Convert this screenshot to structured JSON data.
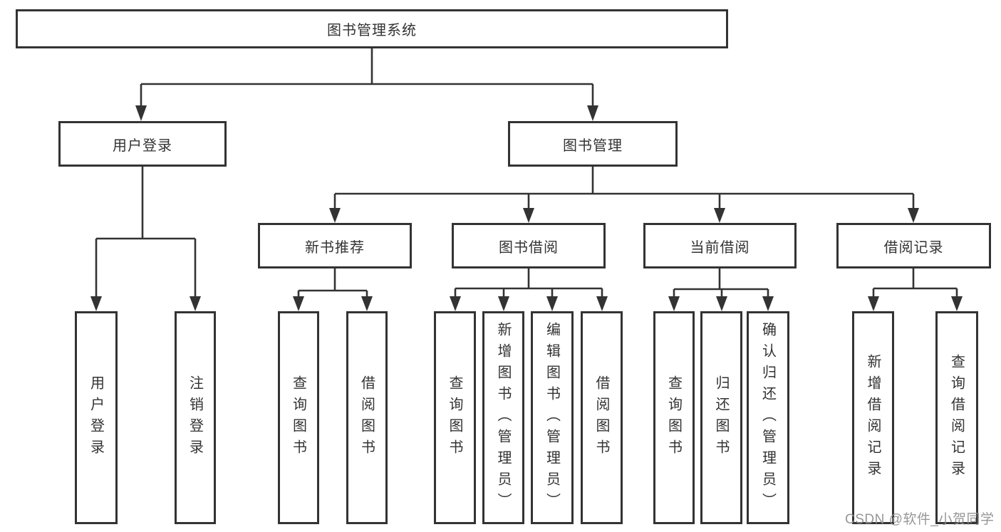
{
  "tree": {
    "root": {
      "label": "图书管理系统",
      "children": [
        {
          "label": "用户登录",
          "children": [
            {
              "label": "用户登录"
            },
            {
              "label": "注销登录"
            }
          ]
        },
        {
          "label": "图书管理",
          "children": [
            {
              "label": "新书推荐",
              "children": [
                {
                  "label": "查询图书"
                },
                {
                  "label": "借阅图书"
                }
              ]
            },
            {
              "label": "图书借阅",
              "children": [
                {
                  "label": "查询图书"
                },
                {
                  "label": "新增图书（管理员）"
                },
                {
                  "label": "编辑图书（管理员）"
                },
                {
                  "label": "借阅图书"
                }
              ]
            },
            {
              "label": "当前借阅",
              "children": [
                {
                  "label": "查询图书"
                },
                {
                  "label": "归还图书"
                },
                {
                  "label": "确认归还（管理员）"
                }
              ]
            },
            {
              "label": "借阅记录",
              "children": [
                {
                  "label": "新增借阅记录"
                },
                {
                  "label": "查询借阅记录"
                }
              ]
            }
          ]
        }
      ]
    }
  },
  "watermark": {
    "text": "CSDN @软件_小贺同学"
  },
  "colors": {
    "line": "#333333",
    "box_border": "#333333",
    "text": "#333333",
    "watermark": "#919191",
    "background": "#ffffff"
  }
}
